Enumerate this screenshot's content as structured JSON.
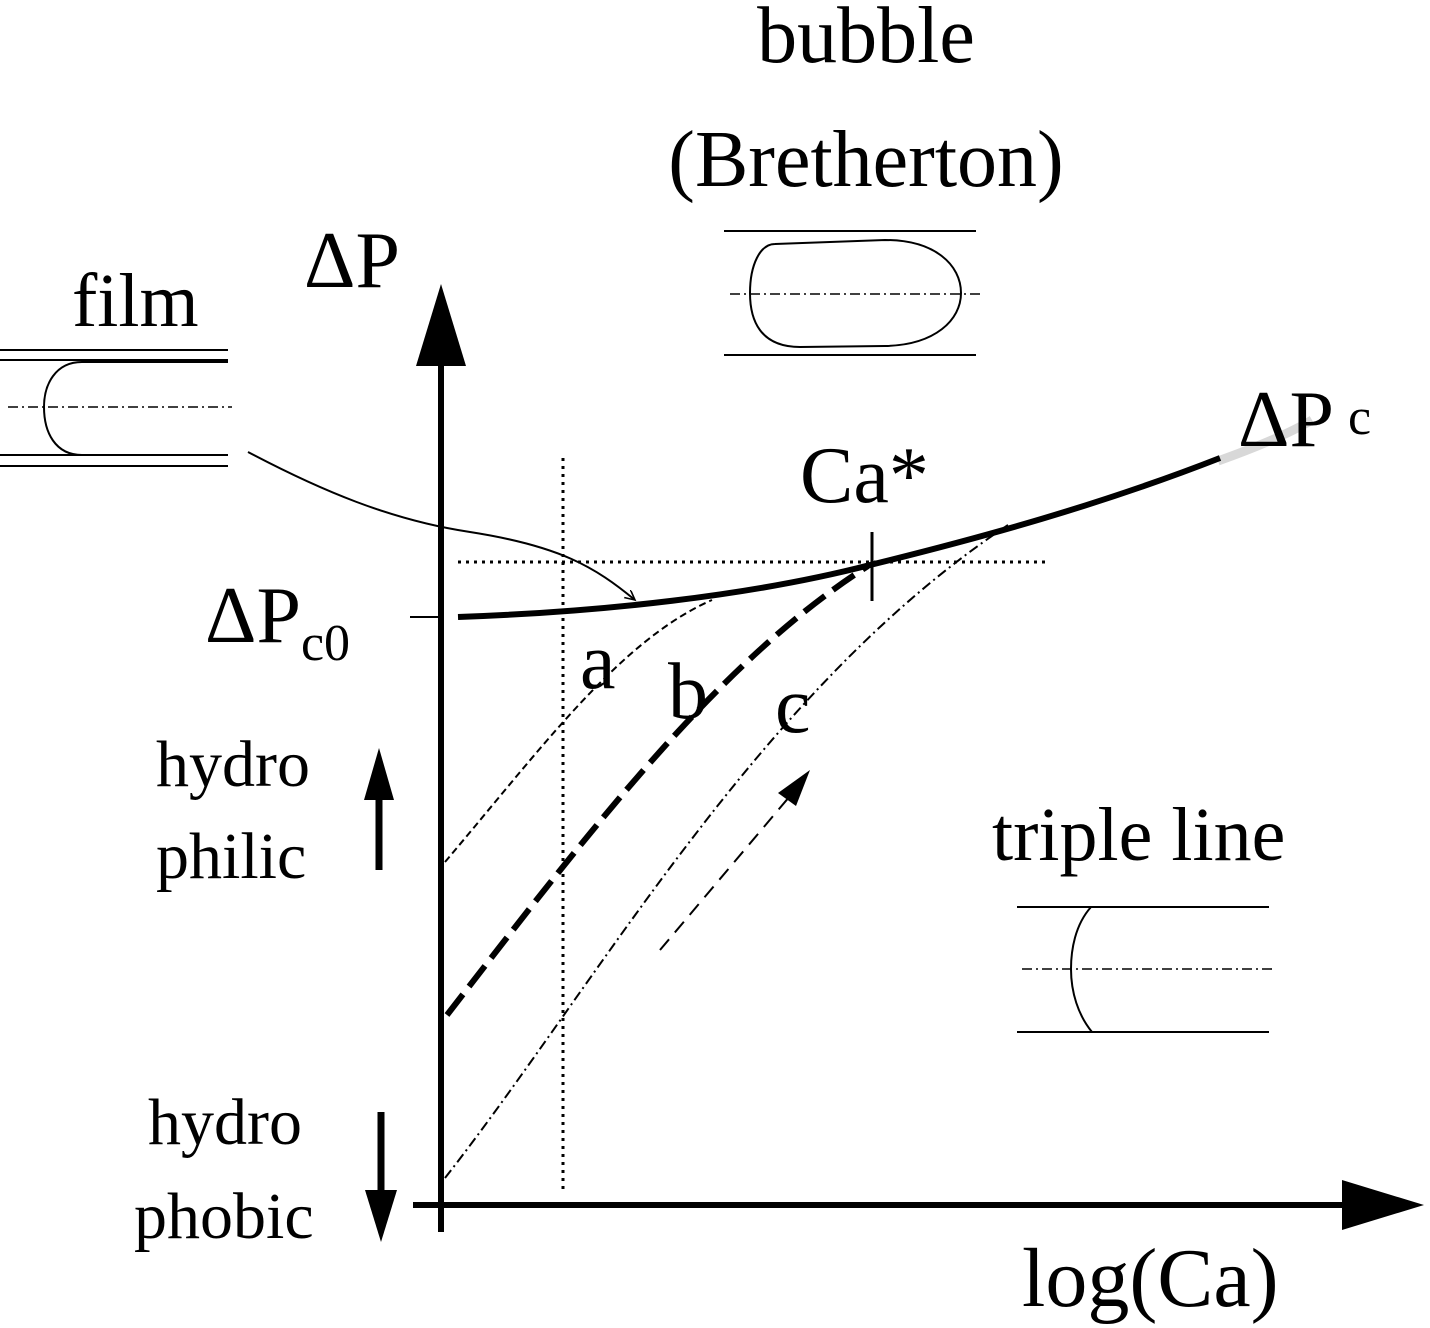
{
  "labels": {
    "bubble_title": "bubble",
    "bubble_subtitle": "(Bretherton)",
    "y_axis": "ΔP",
    "x_axis": "log(Ca)",
    "film": "film",
    "ca_star": "Ca*",
    "delta_pc_main": "ΔP",
    "delta_pc_sub": "c",
    "delta_pc0_main": "ΔP",
    "delta_pc0_sub": "c0",
    "curve_a": "a",
    "curve_b": "b",
    "curve_c": "c",
    "hydrophilic_line1": "hydro",
    "hydrophilic_line2": "philic",
    "hydrophobic_line1": "hydro",
    "hydrophobic_line2": "phobic",
    "triple_line": "triple line"
  },
  "colors": {
    "ink": "#000000",
    "faint_extension": "#d8d8d8"
  }
}
